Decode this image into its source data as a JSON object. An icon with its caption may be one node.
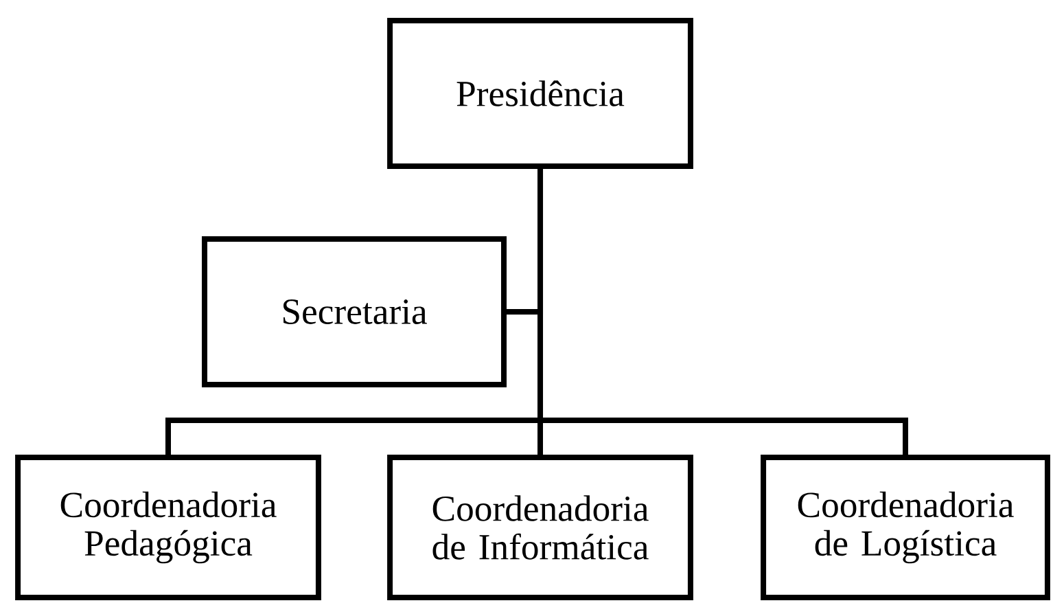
{
  "diagram": {
    "nodes": [
      {
        "text": [
          "Presidência"
        ]
      },
      {
        "text": [
          "Secretaria"
        ]
      },
      {
        "text": [
          "Coordenadoria Pedagógica"
        ]
      },
      {
        "text": [
          "Coordenadoria de Informática"
        ]
      },
      {
        "text": [
          "Coordenadoria de Logística"
        ]
      }
    ],
    "edges": [
      {
        "from": 0,
        "to": 1,
        "arrow": "none"
      },
      {
        "from": 0,
        "to": 2,
        "arrow": "none"
      },
      {
        "from": 0,
        "to": 3,
        "arrow": "none"
      },
      {
        "from": 0,
        "to": 4,
        "arrow": "none"
      }
    ]
  }
}
